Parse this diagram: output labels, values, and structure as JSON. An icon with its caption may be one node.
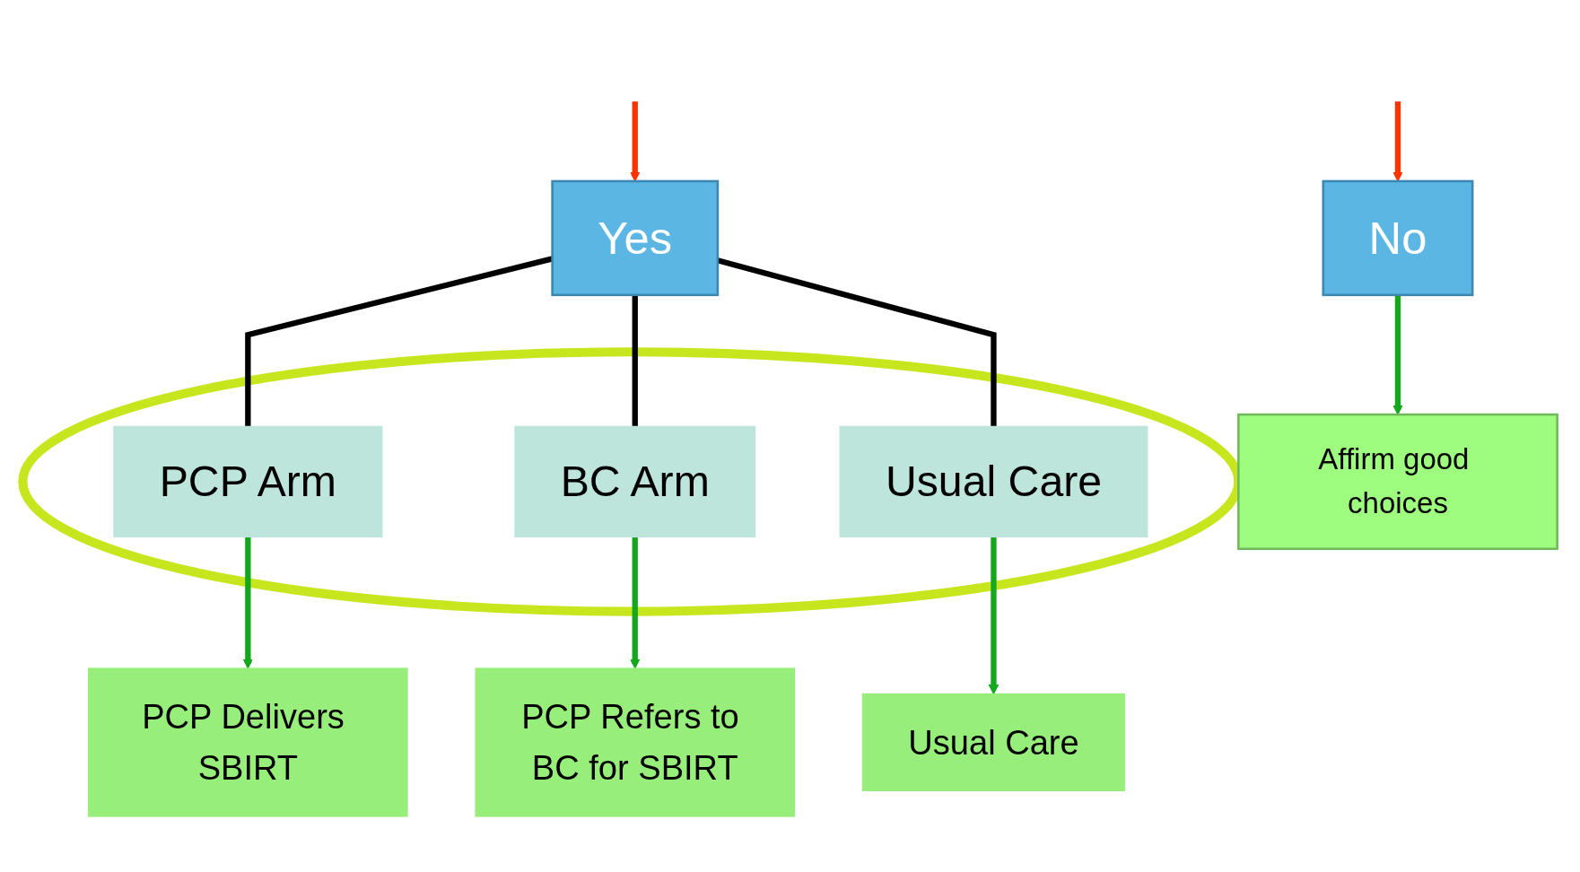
{
  "diagram": {
    "nodes": [
      {
        "text": [
          "No"
        ]
      },
      {
        "text": [
          "Affirm good choices"
        ]
      },
      {
        "text": [
          "Yes"
        ]
      },
      {
        "text": [],
        "shape": "ellipse"
      },
      {
        "text": [
          "PCP Arm"
        ],
        "in": 3
      },
      {
        "text": [
          "BC Arm"
        ],
        "in": 3
      },
      {
        "text": [
          "Usual Care"
        ],
        "in": 3
      },
      {
        "text": [
          "PCP Delivers SBIRT"
        ]
      },
      {
        "text": [
          "PCP Refers to BC for SBIRT"
        ]
      },
      {
        "text": [
          "Usual Care"
        ]
      }
    ],
    "edges": [
      {
        "from": null,
        "to": 0,
        "arrow": "to",
        "color": "#ff3300"
      },
      {
        "from": null,
        "to": 2,
        "arrow": "to",
        "color": "#ff3300"
      },
      {
        "from": 0,
        "to": 1,
        "arrow": "to"
      },
      {
        "from": 2,
        "to": 4,
        "arrow": "none",
        "color": "#000000"
      },
      {
        "from": 2,
        "to": 5,
        "arrow": "none",
        "color": "#000000"
      },
      {
        "from": 2,
        "to": 6,
        "arrow": "none",
        "color": "#000000"
      },
      {
        "from": 4,
        "to": 7,
        "arrow": "to"
      },
      {
        "from": 5,
        "to": 8,
        "arrow": "to"
      },
      {
        "from": 6,
        "to": 9,
        "arrow": "to"
      }
    ]
  }
}
